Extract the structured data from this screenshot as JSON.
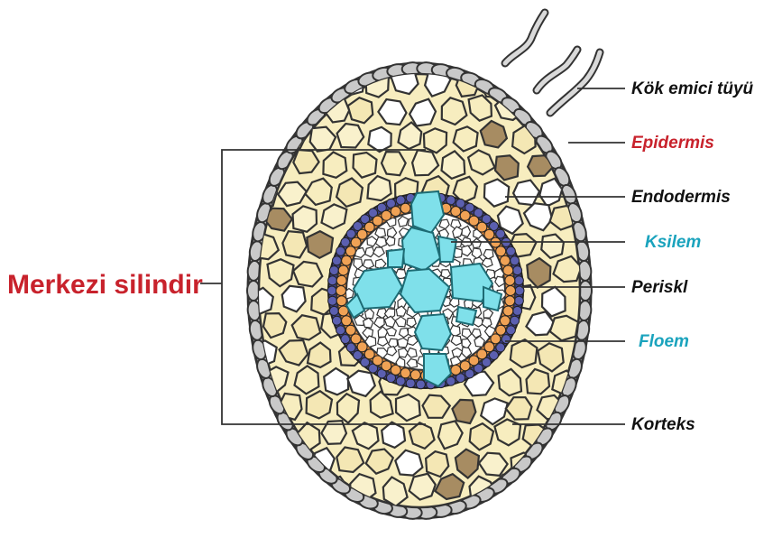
{
  "diagram": {
    "title_left": "Merkezi silindir",
    "labels": {
      "root_hair": "Kök emici tüyü",
      "epidermis": "Epidermis",
      "endodermis": "Endodermis",
      "xylem": "Ksilem",
      "pericycle": "Periskl",
      "phloem": "Floem",
      "cortex": "Korteks"
    },
    "colors": {
      "red_label": "#c8222c",
      "teal_label": "#1aa3bd",
      "black_label": "#111111",
      "cortex_cell": "#f7edbf",
      "epidermis_cell": "#cfcfcf",
      "endodermis_ring": "#e0883a",
      "pericycle_ring": "#3d3f93",
      "xylem": "#7fe0ea",
      "dark_cell": "#a78c62"
    }
  }
}
